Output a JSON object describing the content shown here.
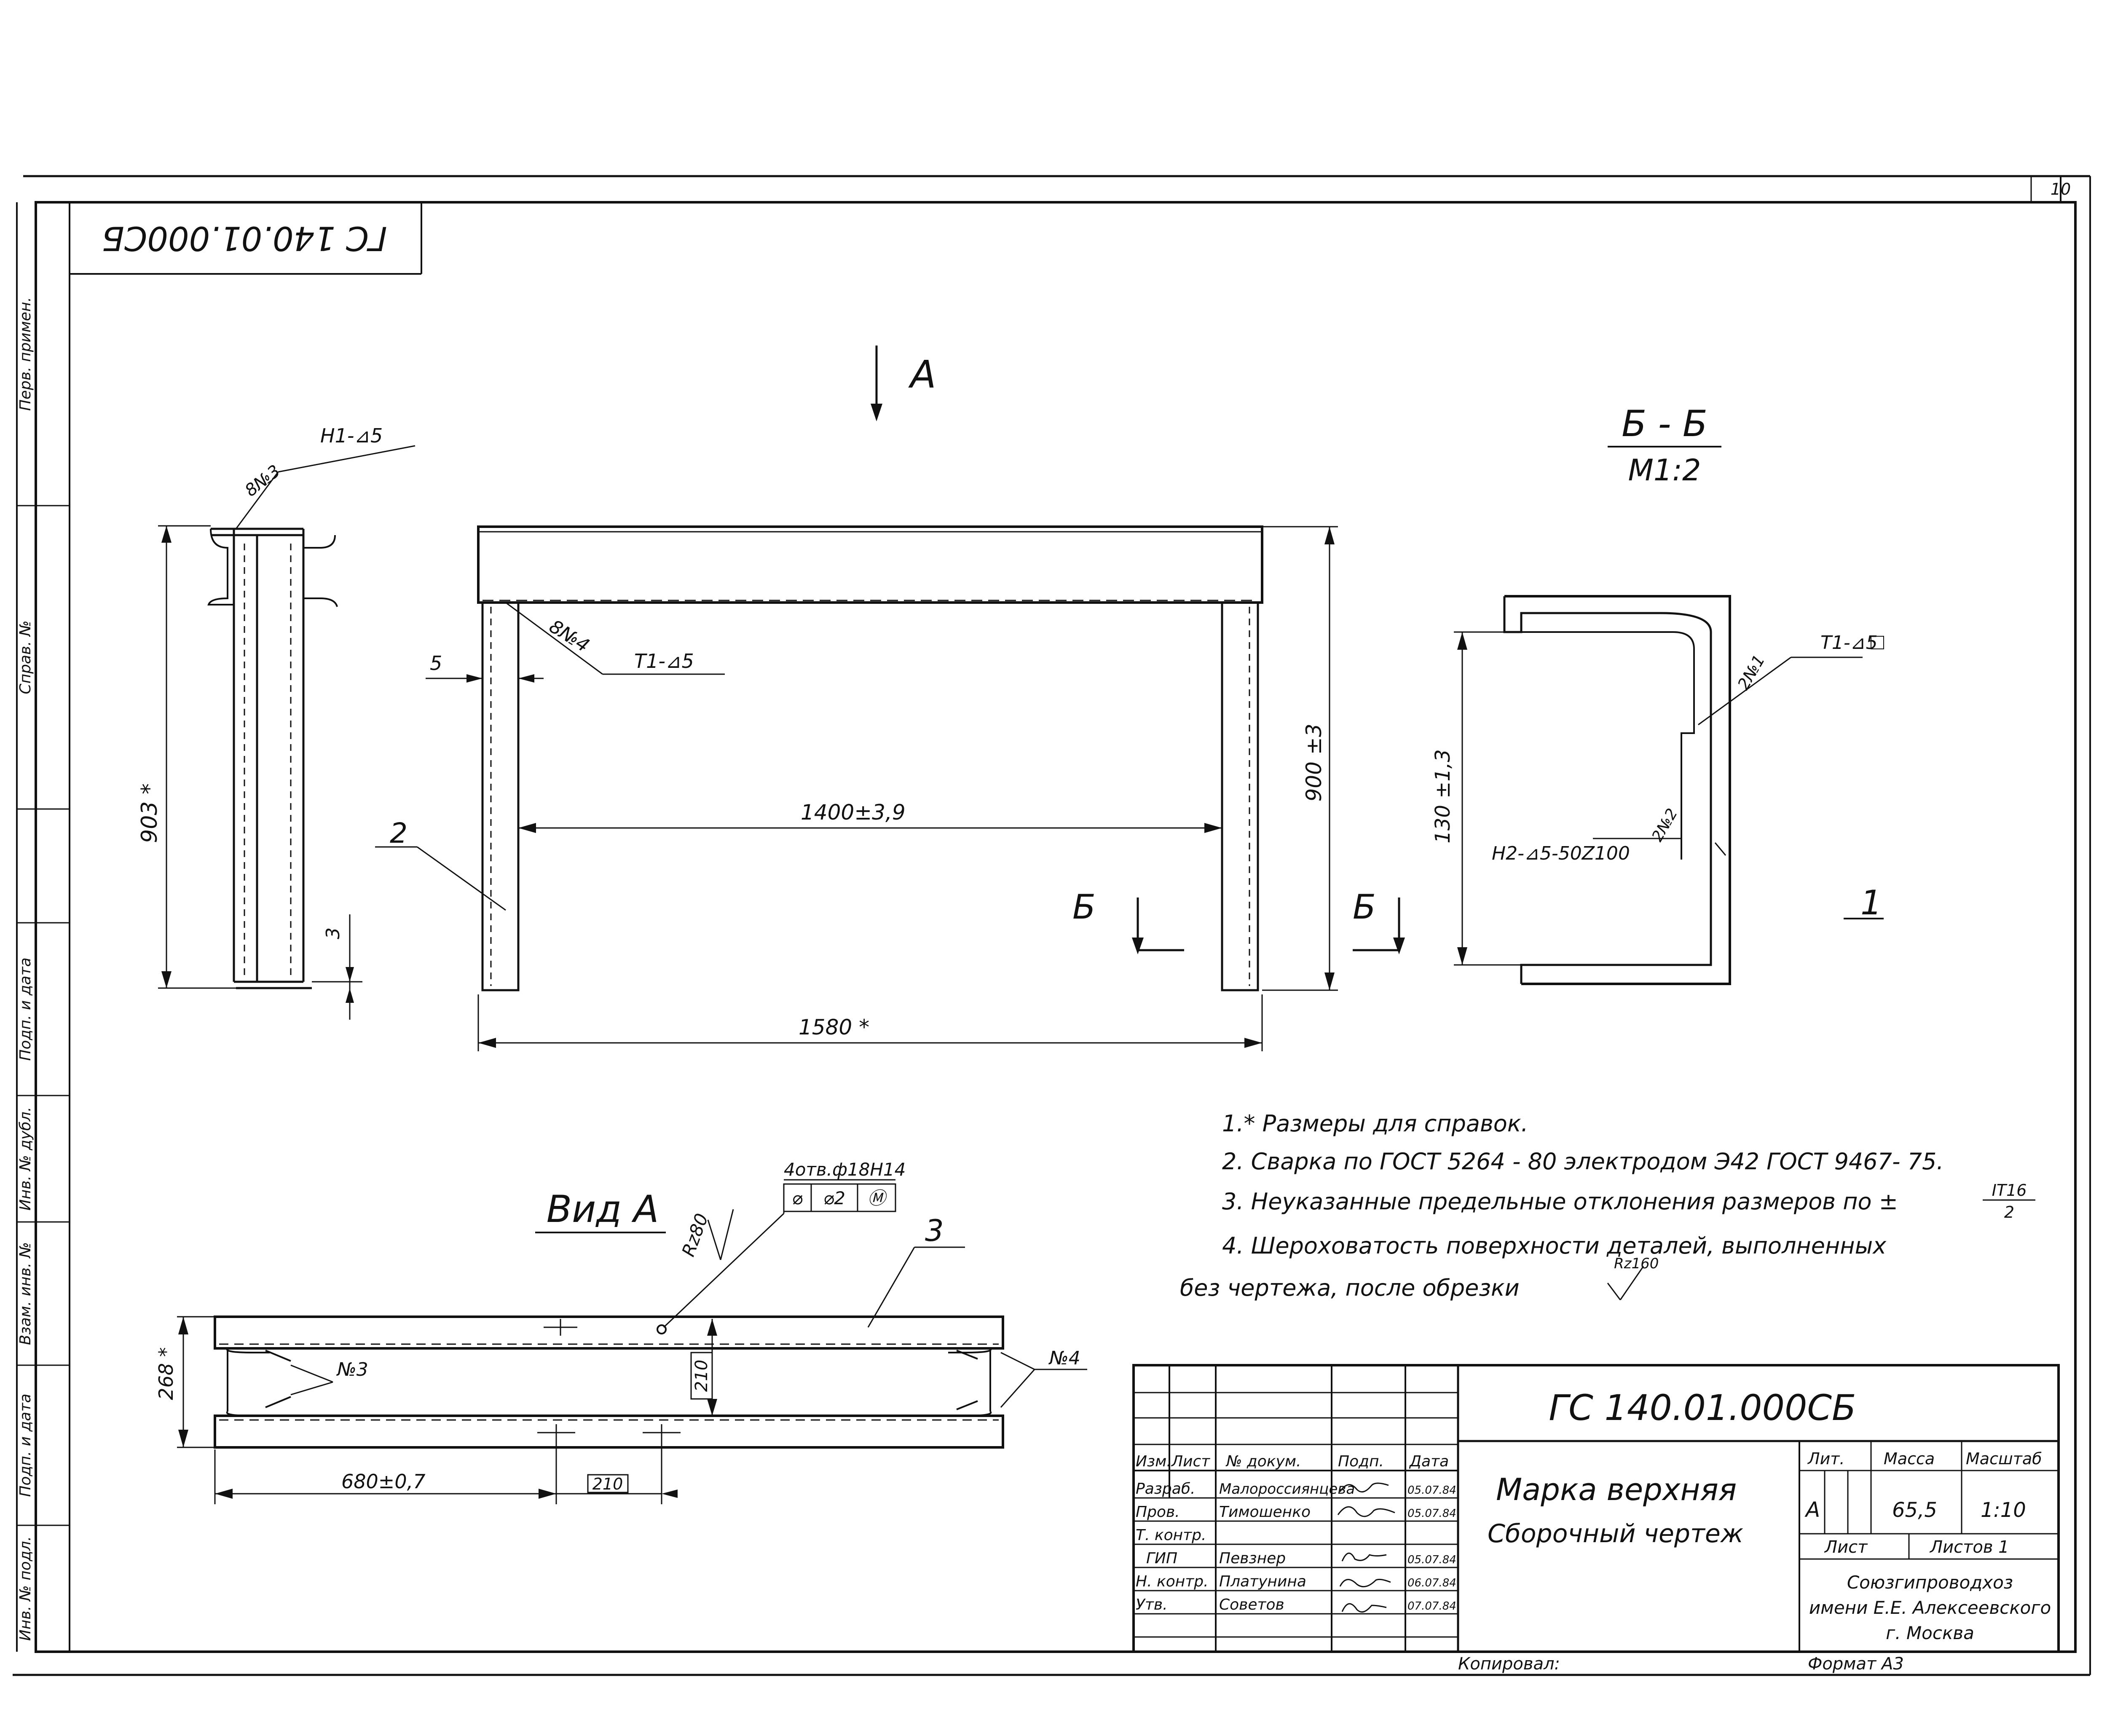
{
  "sheet": {
    "sheet_number": "10",
    "mirrored_code": "ГС 140.01.000СБ",
    "side_stamps": [
      "Перв. примен.",
      "Справ. №",
      "Подп. и дата",
      "Инв. № дубл.",
      "Взам. инв. №",
      "Подп. и дата",
      "Инв. № подл."
    ]
  },
  "front_view": {
    "view_arrow_label": "А",
    "weld_top": "H1-⊿5",
    "weld_top_seam": "8№3",
    "weld_mid": "T1-⊿5",
    "weld_mid_seam": "8№4",
    "dim_903": "903 *",
    "dim_3": "3",
    "dim_5": "5",
    "pos_2": "2",
    "dim_1400": "1400±3,9",
    "dim_900": "900 ±3",
    "dim_1580": "1580 *",
    "cut_mark": "Б"
  },
  "section_bb": {
    "title": "Б - Б",
    "scale": "М1:2",
    "weld_top": "T1-⊿5",
    "weld_top_seam": "2№1",
    "weld_bottom": "H2-⊿5-50Z100",
    "weld_bottom_seam": "2№2",
    "dim_130": "130 ±1,3",
    "pos_1": "1"
  },
  "view_a": {
    "title": "Вид А",
    "holes": "4отв.ф18Н14",
    "tolerance_cells": [
      "⌀",
      "⌀2",
      "Ⓜ"
    ],
    "roughness": "Rz80",
    "pos_3": "3",
    "weld_3": "№3",
    "weld_4": "№4",
    "dim_268": "268 *",
    "dim_210_v": "210",
    "dim_680": "680±0,7",
    "dim_210_h": "210"
  },
  "notes": {
    "n1": "1.* Размеры  для  справок.",
    "n2": "2.  Сварка  по  ГОСТ 5264 - 80  электродом  Э42 ГОСТ 9467- 75.",
    "n3": "3.  Неуказанные  предельные  отклонения  размеров по ±",
    "n3_frac_top": "IT16",
    "n3_frac_bottom": "2",
    "n4a": "4.  Шероховатость  поверхности  деталей,  выполненных",
    "n4b": "без  чертежа,  после  обрезки",
    "n4_rz": "Rz160"
  },
  "title_block": {
    "code": "ГС 140.01.000СБ",
    "name_line1": "Марка  верхняя",
    "name_line2": "Сборочный  чертеж",
    "hdr_izm": "Изм.",
    "hdr_list": "Лист",
    "hdr_doc": "№ докум.",
    "hdr_podp": "Подп.",
    "hdr_data": "Дата",
    "roles": [
      "Разраб.",
      "Пров.",
      "Т. контр.",
      "ГИП",
      "Н. контр.",
      "Утв."
    ],
    "names": [
      "Малороссиянцева",
      "Тимошенко",
      "",
      "Певзнер",
      "Платунина",
      "Советов"
    ],
    "dates": [
      "05.07.84",
      "05.07.84",
      "",
      "05.07.84",
      "06.07.84",
      "07.07.84"
    ],
    "lit_label": "Лит.",
    "mass_label": "Масса",
    "scale_label": "Масштаб",
    "lit_value": "А",
    "mass_value": "65,5",
    "scale_value": "1:10",
    "sheet_label": "Лист",
    "sheets_label": "Листов 1",
    "org_line1": "Союзгипроводхоз",
    "org_line2": "имени Е.Е. Алексеевского",
    "org_line3": "г. Москва",
    "copied": "Копировал:",
    "format": "Формат А3"
  }
}
